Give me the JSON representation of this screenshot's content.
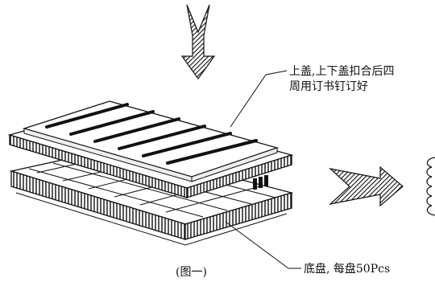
{
  "diagram": {
    "lid_label_line1": "上盖,上下盖扣合后四",
    "lid_label_line2": "周用订书钉订好",
    "base_label": "底盘, 每盘50Pcs",
    "caption": "(图一)"
  },
  "colors": {
    "ink": "#111111",
    "background": "#ffffff"
  }
}
